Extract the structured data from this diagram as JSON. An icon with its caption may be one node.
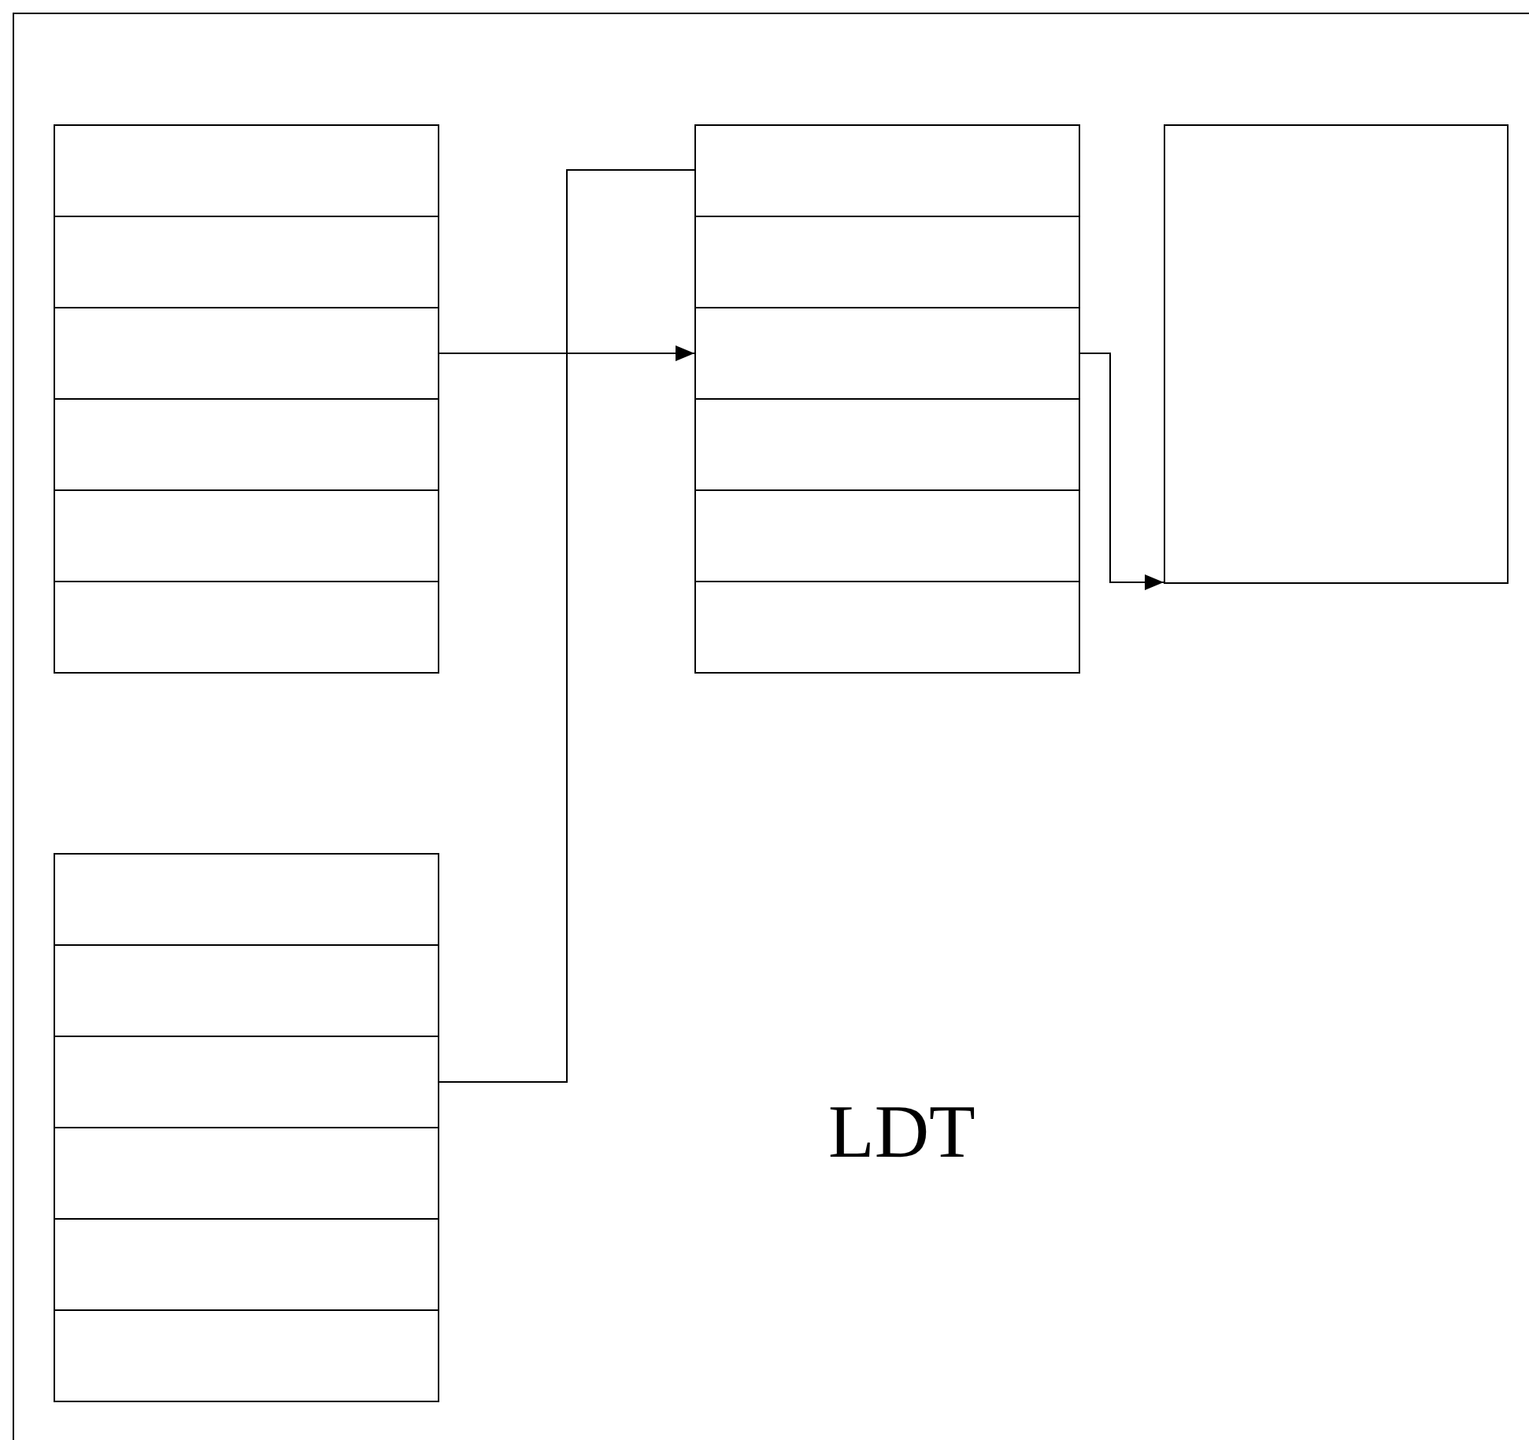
{
  "diagram": {
    "nodes": [
      {
        "text": [],
        "shape": "box"
      },
      {
        "text": [],
        "shape": "box"
      },
      {
        "text": [],
        "shape": "box"
      },
      {
        "text": [],
        "shape": "box"
      },
      {
        "text": [],
        "shape": "box"
      },
      {
        "text": [],
        "shape": "box"
      },
      {
        "text": [],
        "shape": "box"
      },
      {
        "text": [],
        "shape": "box"
      },
      {
        "text": [],
        "shape": "box"
      },
      {
        "text": [],
        "shape": "box"
      },
      {
        "text": [],
        "shape": "box"
      },
      {
        "text": [],
        "shape": "box"
      },
      {
        "text": [],
        "shape": "box"
      },
      {
        "text": [],
        "shape": "box"
      },
      {
        "text": [],
        "shape": "box"
      },
      {
        "text": [],
        "shape": "box"
      },
      {
        "text": [],
        "shape": "box"
      },
      {
        "text": [],
        "shape": "box"
      },
      {
        "text": [],
        "shape": "box"
      }
    ],
    "edges": [
      {
        "from": 2,
        "to": 8,
        "arrow": "to"
      },
      {
        "from": 15,
        "to": 6,
        "arrow": "none"
      },
      {
        "from": 8,
        "to": 12,
        "arrow": "to"
      }
    ],
    "labels": [
      "LDT"
    ]
  }
}
